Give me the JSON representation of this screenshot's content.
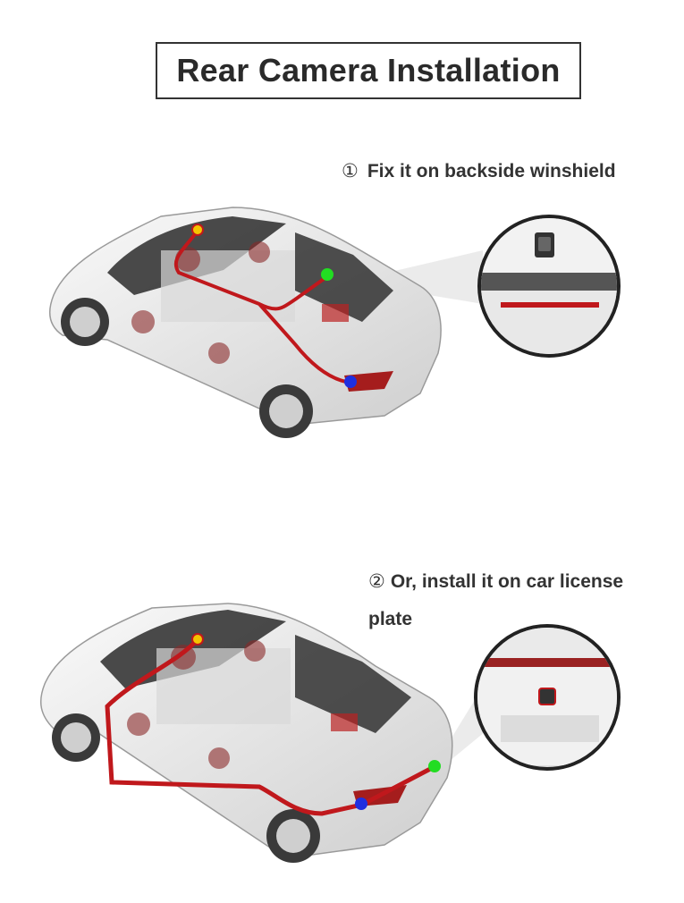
{
  "title": "Rear Camera Installation",
  "steps": [
    {
      "marker": "①",
      "text": "Fix it on backside winshield"
    },
    {
      "marker": "②",
      "text": "Or, install it on car license plate"
    }
  ],
  "colors": {
    "cable": "#c0181c",
    "dot_yellow": "#f5c400",
    "dot_green": "#22dd22",
    "dot_blue": "#1f2fe0"
  },
  "icons": [
    "car-cutaway",
    "camera-zoom-lens",
    "cable-route",
    "dvr-mount-point",
    "camera-point",
    "tail-light-point"
  ]
}
